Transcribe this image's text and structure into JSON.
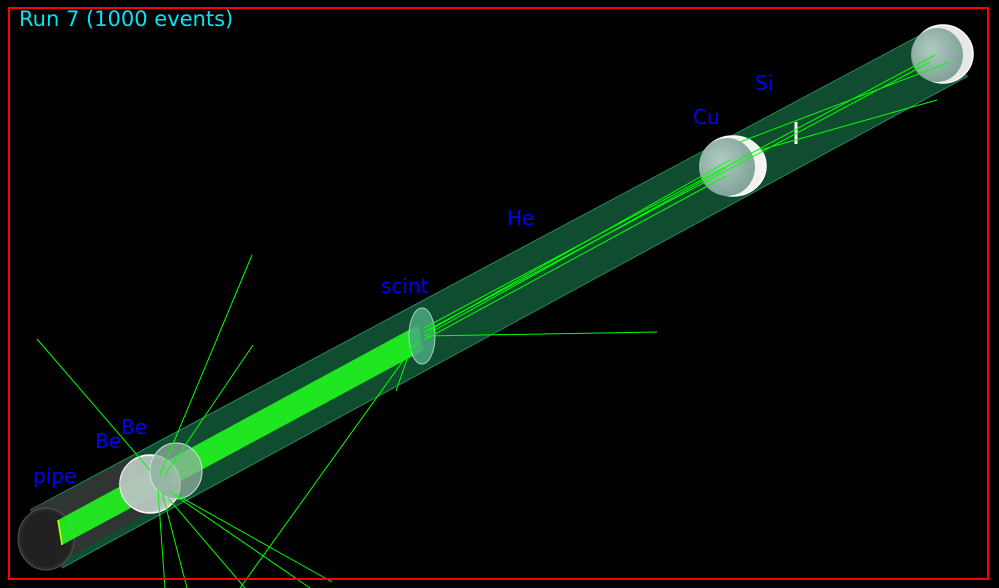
{
  "viewer": {
    "title": "Run 7 (1000 events)",
    "labels": {
      "pipe": "pipe",
      "be1": "Be",
      "be2": "Be",
      "scint": "scint",
      "he": "He",
      "cu": "Cu",
      "si": "Si"
    }
  },
  "colors": {
    "background": "#000000",
    "frame": "#ff0000",
    "title": "#00e5ee",
    "labels": "#0000ff",
    "tracks": "#00ff00",
    "beam_bundle": "#22ee22",
    "pipe_volume": "#1e8a55",
    "disk_white": "#eeeeee",
    "disk_gray": "#aaaaaa"
  }
}
